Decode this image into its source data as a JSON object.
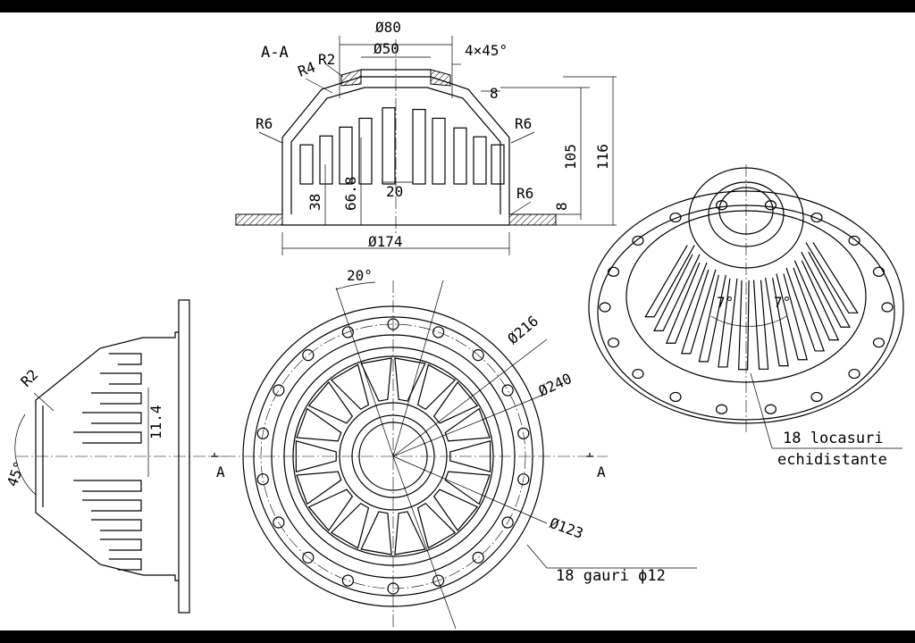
{
  "section": {
    "title": "A-A",
    "dims": {
      "d80": "Ø80",
      "d50": "Ø50",
      "chamfer": "4×45°",
      "r2": "R2",
      "r4": "R4",
      "r6_left": "R6",
      "r6_right": "R6",
      "r6_base": "R6",
      "h8_top": "8",
      "h105": "105",
      "h116": "116",
      "h38": "38",
      "h66_8": "66.8",
      "w20": "20",
      "h8_base": "8",
      "d174": "Ø174"
    }
  },
  "side_view": {
    "dims": {
      "r2": "R2",
      "h11_4": "11.4",
      "a45": "45°"
    }
  },
  "plan_view": {
    "dims": {
      "angle20": "20°",
      "d216": "Ø216",
      "d240": "Ø240",
      "d123": "Ø123",
      "section_mark": "A"
    },
    "holes_note": "18 gauri ϕ12",
    "slot_count": 18,
    "hole_count": 18
  },
  "iso_view": {
    "note_line1": "18 locasuri",
    "note_line2": "echidistante",
    "angle7": "7°"
  }
}
